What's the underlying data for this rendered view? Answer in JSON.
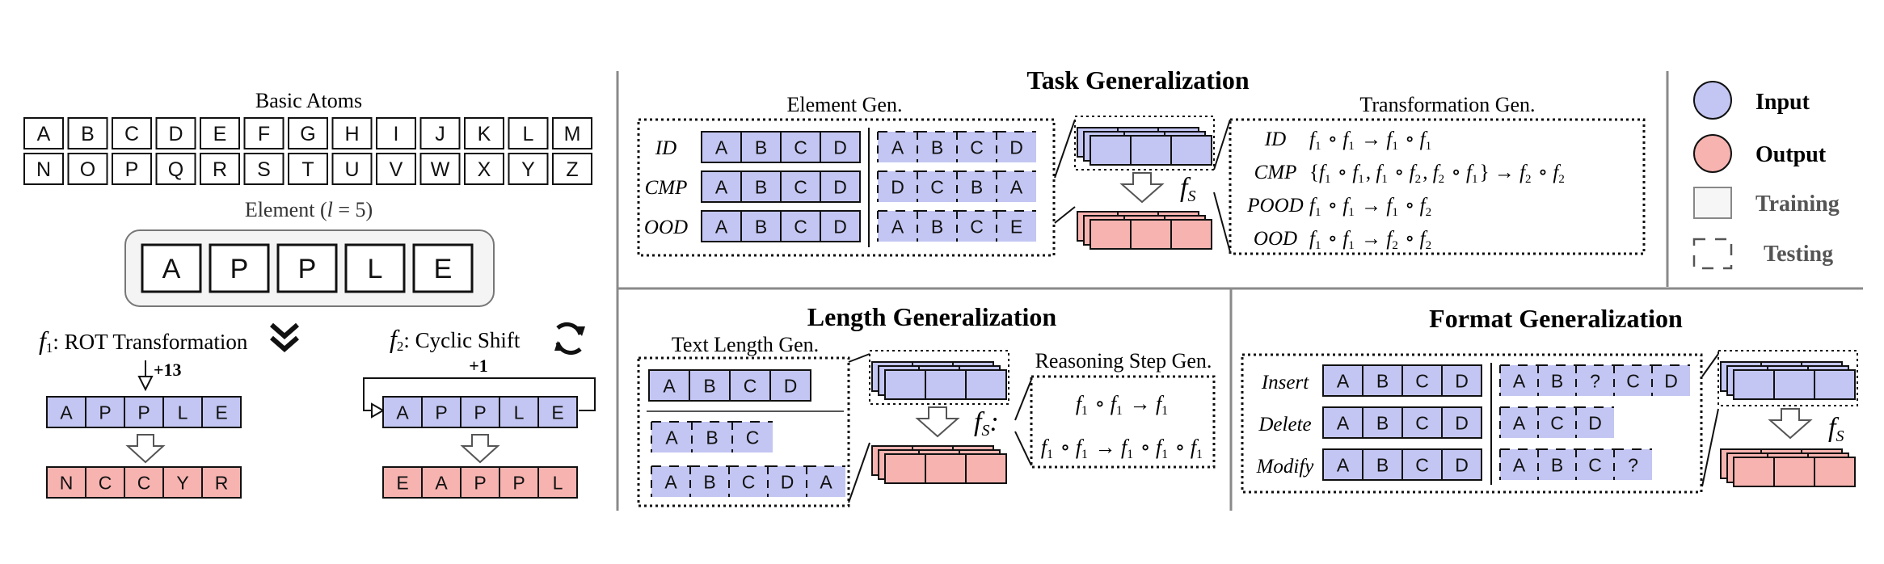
{
  "colors": {
    "input": "#c3c6f2",
    "output": "#f7b3b0",
    "stroke": "#111111",
    "divider": "#8a8a8a"
  },
  "left": {
    "basic_atoms_label": "Basic Atoms",
    "alphabet_row1": [
      "A",
      "B",
      "C",
      "D",
      "E",
      "F",
      "G",
      "H",
      "I",
      "J",
      "K",
      "L",
      "M"
    ],
    "alphabet_row2": [
      "N",
      "O",
      "P",
      "Q",
      "R",
      "S",
      "T",
      "U",
      "V",
      "W",
      "X",
      "Y",
      "Z"
    ],
    "element_label_pre": "Element (",
    "element_label_var": "l",
    "element_label_post": " = 5)",
    "element_letters": [
      "A",
      "P",
      "P",
      "L",
      "E"
    ],
    "f1_symbol": "f",
    "f1_sub": "1",
    "f1_label": ": ROT Transformation",
    "f1_shift": "+13",
    "f1_input": [
      "A",
      "P",
      "P",
      "L",
      "E"
    ],
    "f1_output": [
      "N",
      "C",
      "C",
      "Y",
      "R"
    ],
    "f2_symbol": "f",
    "f2_sub": "2",
    "f2_label": ": Cyclic Shift",
    "f2_shift": "+1",
    "f2_input": [
      "A",
      "P",
      "P",
      "L",
      "E"
    ],
    "f2_output": [
      "E",
      "A",
      "P",
      "P",
      "L"
    ]
  },
  "task": {
    "title": "Task Generalization",
    "element_gen_label": "Element Gen.",
    "transformation_gen_label": "Transformation Gen.",
    "rows": [
      {
        "label": "ID",
        "input": [
          "A",
          "B",
          "C",
          "D"
        ],
        "output": [
          "A",
          "B",
          "C",
          "D"
        ]
      },
      {
        "label": "CMP",
        "input": [
          "A",
          "B",
          "C",
          "D"
        ],
        "output": [
          "D",
          "C",
          "B",
          "A"
        ]
      },
      {
        "label": "OOD",
        "input": [
          "A",
          "B",
          "C",
          "D"
        ],
        "output": [
          "A",
          "B",
          "C",
          "E"
        ]
      }
    ],
    "fs_symbol": "f",
    "fs_sub": "S",
    "transforms": [
      {
        "label": "ID",
        "expr": "f1 ∘ f1 → f1 ∘ f1"
      },
      {
        "label": "CMP",
        "expr": "{f1 ∘ f1, f1 ∘ f2, f2 ∘ f1} → f2 ∘ f2"
      },
      {
        "label": "POOD",
        "expr": "f1 ∘ f1 → f1 ∘ f2"
      },
      {
        "label": "OOD",
        "expr": "f1 ∘ f1 → f2 ∘ f2"
      }
    ]
  },
  "legend": {
    "input": "Input",
    "output": "Output",
    "training": "Training",
    "testing": "Testing"
  },
  "length": {
    "title": "Length Generalization",
    "text_length_label": "Text Length Gen.",
    "train_row": [
      "A",
      "B",
      "C",
      "D"
    ],
    "test_row1": [
      "A",
      "B",
      "C"
    ],
    "test_row2": [
      "A",
      "B",
      "C",
      "D",
      "A"
    ],
    "reasoning_step_label": "Reasoning Step Gen.",
    "fs_symbol": "f",
    "fs_sub": "S",
    "reason1": "f1 ∘ f1 → f1",
    "reason2": "f1 ∘ f1 → f1 ∘ f1 ∘ f1"
  },
  "format": {
    "title": "Format Generalization",
    "rows": [
      {
        "label": "Insert",
        "input": [
          "A",
          "B",
          "C",
          "D"
        ],
        "output": [
          "A",
          "B",
          "?",
          "C",
          "D"
        ]
      },
      {
        "label": "Delete",
        "input": [
          "A",
          "B",
          "C",
          "D"
        ],
        "output": [
          "A",
          "C",
          "D"
        ]
      },
      {
        "label": "Modify",
        "input": [
          "A",
          "B",
          "C",
          "D"
        ],
        "output": [
          "A",
          "B",
          "C",
          "?"
        ]
      }
    ],
    "fs_symbol": "f",
    "fs_sub": "S"
  }
}
